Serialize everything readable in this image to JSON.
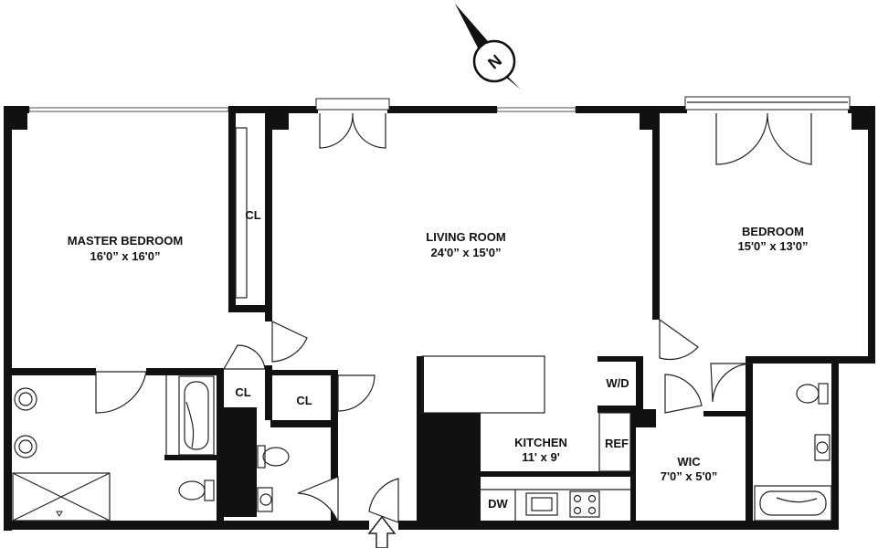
{
  "compass": {
    "label": "N"
  },
  "rooms": {
    "master_bedroom": {
      "name": "MASTER BEDROOM",
      "size": "16'0” x 16'0”"
    },
    "living_room": {
      "name": "LIVING ROOM",
      "size": "24'0” x 15'0”"
    },
    "bedroom": {
      "name": "BEDROOM",
      "size": "15'0” x 13'0”"
    },
    "kitchen": {
      "name": "KITCHEN",
      "size": "11' x 9'"
    },
    "wic": {
      "name": "WIC",
      "size": "7'0” x 5'0”"
    }
  },
  "fixtures": {
    "closet_master": "CL",
    "closet_hall_left": "CL",
    "closet_hall_right": "CL",
    "washer_dryer": "W/D",
    "refrigerator": "REF",
    "dishwasher": "DW"
  }
}
